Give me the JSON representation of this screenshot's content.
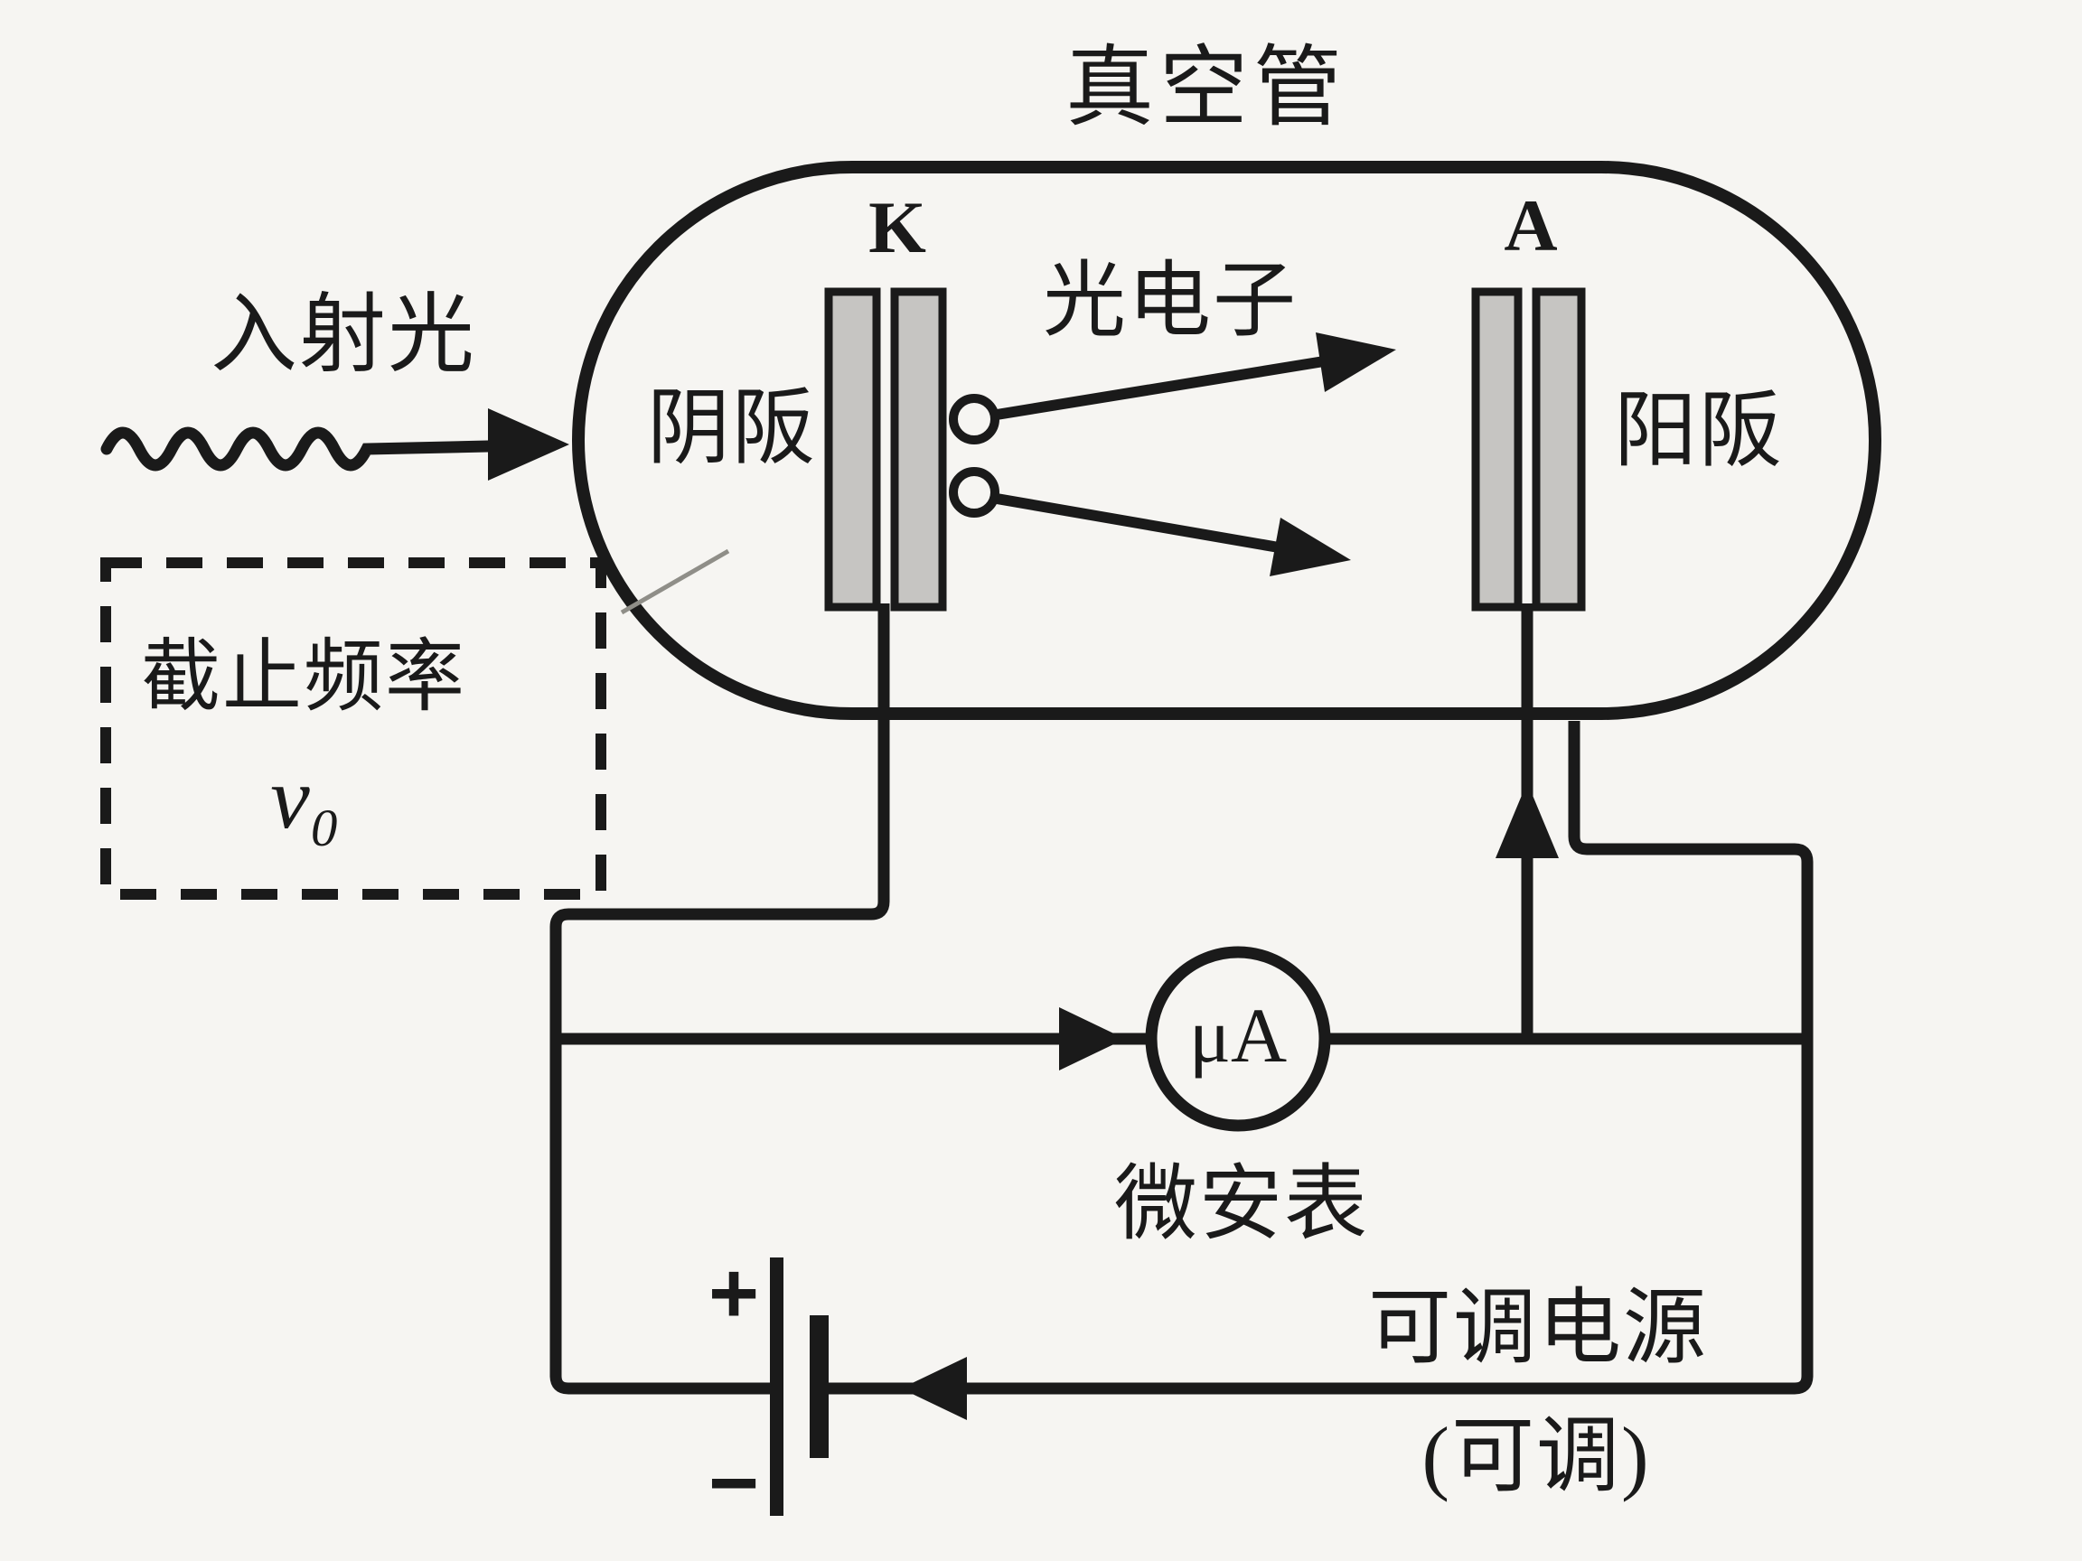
{
  "colors": {
    "bg": "#f6f5f2",
    "ink": "#1a1a1a",
    "plate": "#c6c5c2",
    "faint": "#8f8e88"
  },
  "labels": {
    "title": "真空管",
    "cathode_symbol": "K",
    "anode_symbol": "A",
    "cathode_name": "阴阪",
    "anode_name": "阳阪",
    "incident_light": "入射光",
    "photoelectrons": "光电子",
    "cutoff_line1": "截止频率",
    "cutoff_line2": "ν₀",
    "meter_symbol": "μA",
    "meter_name": "微安表",
    "battery_plus": "+",
    "battery_minus": "−",
    "supply_line1": "可调电源",
    "supply_line2": "(可调)"
  }
}
